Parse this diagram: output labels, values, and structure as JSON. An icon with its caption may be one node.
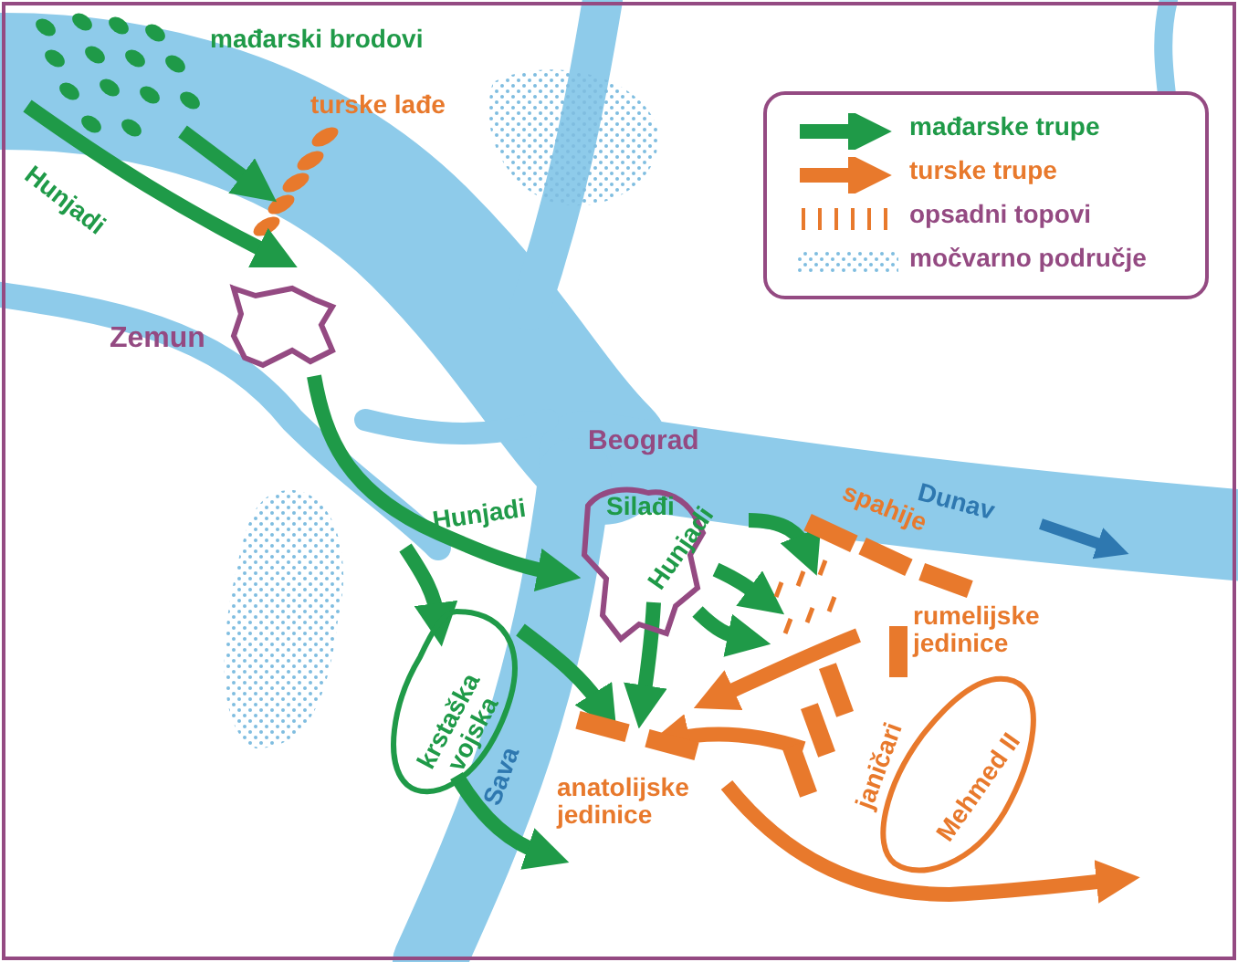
{
  "diagram": {
    "nodes": [
      {
        "text": [
          "Zemun"
        ]
      },
      {
        "text": [
          "Beograd",
          "Silađi",
          "Hunjadi"
        ]
      },
      {
        "text": [
          "krstaška vojska"
        ]
      },
      {
        "text": [
          "Mehmed II"
        ]
      }
    ],
    "edges": [
      {
        "from": 0,
        "to": 1,
        "arrow": "to",
        "label": "Hunjadi"
      }
    ],
    "labels": [
      "mađarski brodovi",
      "turske lađe",
      "Hunjadi",
      "Dunav",
      "spahije",
      "rumelijske jedinice",
      "Sava",
      "janičari",
      "anatolijske jedinice"
    ],
    "legend": [
      {
        "text": "mađarske trupe"
      },
      {
        "text": "turske trupe"
      },
      {
        "text": "opsadni topovi"
      },
      {
        "text": "močvarno područje"
      }
    ]
  }
}
